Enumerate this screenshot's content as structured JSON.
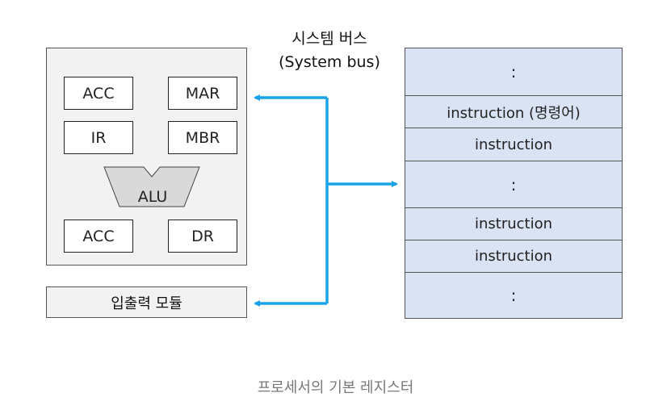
{
  "bus": {
    "title_line1": "시스템 버스",
    "title_line2": "(System bus)"
  },
  "cpu": {
    "registers": [
      "ACC",
      "MAR",
      "IR",
      "MBR",
      "ACC",
      "DR"
    ],
    "alu_label": "ALU"
  },
  "io_module": {
    "label": "입출력 모듈"
  },
  "memory": {
    "cells": [
      ":",
      "instruction (명령어)",
      "instruction",
      ":",
      "instruction",
      "instruction",
      ":"
    ]
  },
  "caption": "프로세서의 기본 레지스터",
  "colors": {
    "cpu_fill": "#f2f2f2",
    "memory_fill": "#dae3f3",
    "bus": "#1aa3e8",
    "caption": "#777777"
  }
}
